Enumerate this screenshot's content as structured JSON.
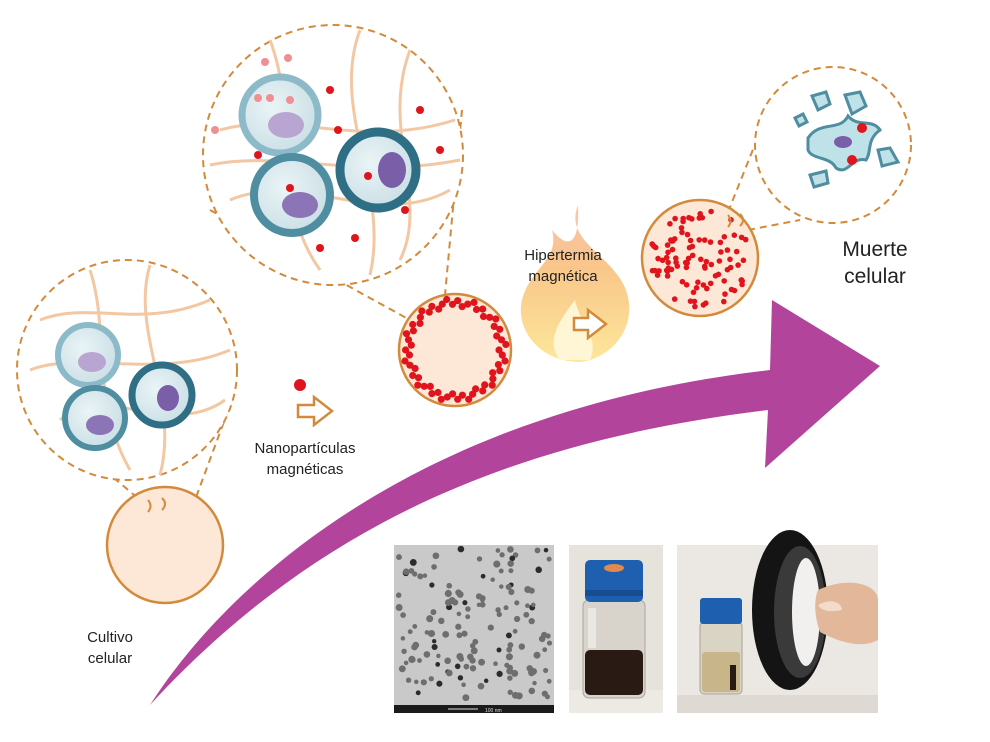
{
  "labels": {
    "step1": [
      "Cultivo",
      "celular"
    ],
    "step2": [
      "Nanopartículas",
      "magnéticas"
    ],
    "step3": [
      "Hipertermia",
      "magnética"
    ],
    "step4": [
      "Muerte",
      "celular"
    ]
  },
  "photos": {
    "tem_scale": "100 nm"
  },
  "colors": {
    "arrow": "#b3449c",
    "dish_outline": "#d38a3b",
    "dish_fill": "#fde7d6",
    "nanoparticle": "#e0141c",
    "cell_membrane": "#4f8da1",
    "nucleus": "#7a5ea8",
    "fiber": "#f3c7a2",
    "flame_outer": "#f7b27a",
    "flame_inner": "#fde79a"
  }
}
